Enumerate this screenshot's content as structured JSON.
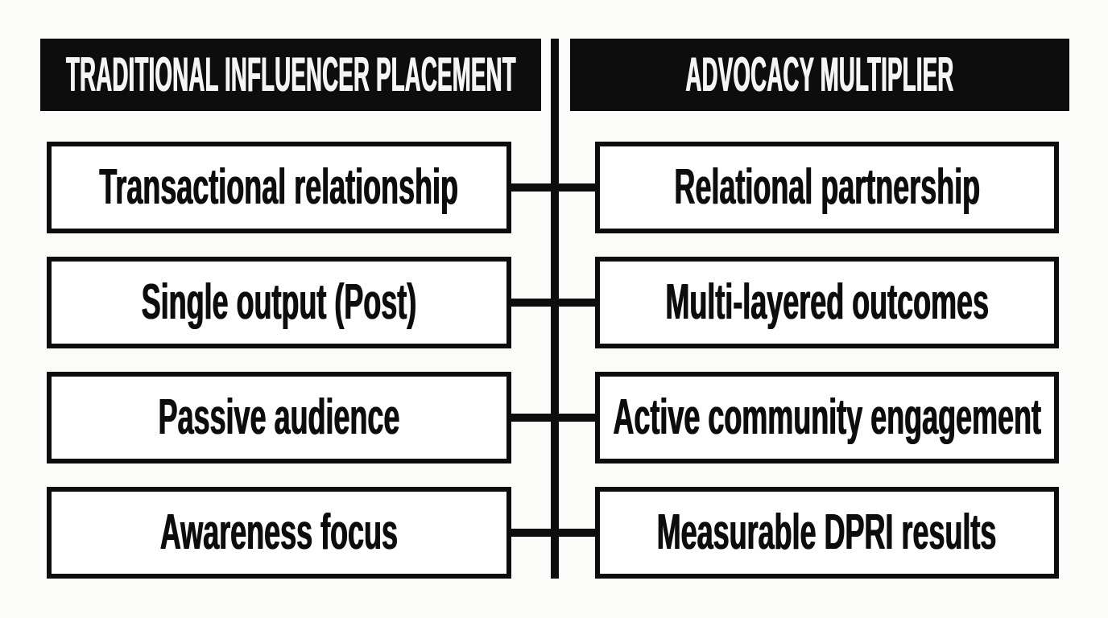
{
  "columns": {
    "left": {
      "header": "TRADITIONAL INFLUENCER PLACEMENT",
      "rows": [
        "Transactional relationship",
        "Single output (Post)",
        "Passive audience",
        "Awareness focus"
      ]
    },
    "right": {
      "header": "ADVOCACY MULTIPLIER",
      "rows": [
        "Relational partnership",
        "Multi-layered outcomes",
        "Active community engagement",
        "Measurable DPRI results"
      ]
    }
  },
  "colors": {
    "ink": "#0d0d0d",
    "paper": "#fbfbfa",
    "header_text": "#f6f5f3",
    "box_fill": "#fefefe",
    "label_text": "#0d0d0d"
  }
}
